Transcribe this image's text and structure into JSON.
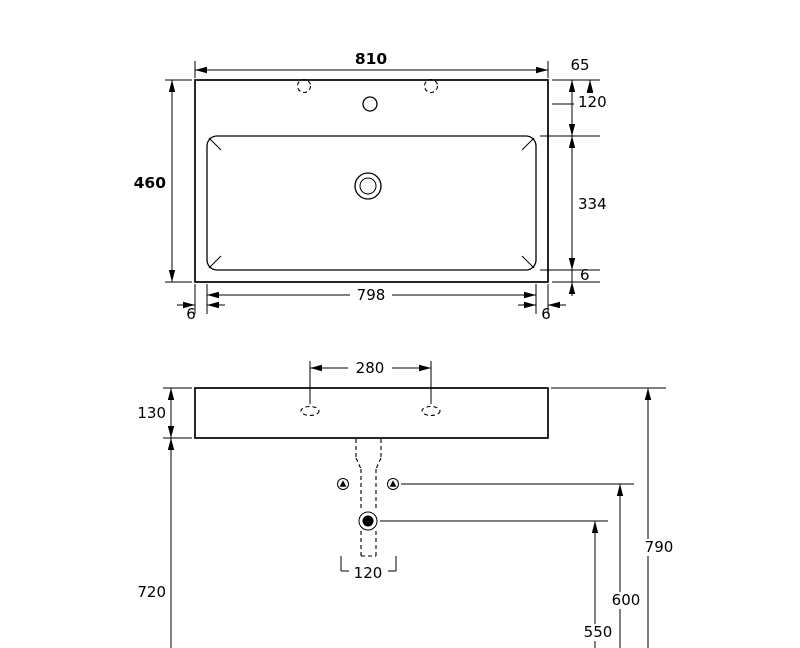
{
  "drawing_title": "washbasin-dimension-drawing",
  "top_view": {
    "overall_width": "810",
    "overall_depth": "460",
    "tap_centre_offset": "65",
    "deck_depth": "120",
    "bowl_depth": "334",
    "rear_wall": "6",
    "inner_width": "798",
    "left_wall": "6",
    "right_wall": "6"
  },
  "front_view": {
    "tap_spacing": "280",
    "body_height": "130",
    "left_height": "720",
    "overall_height": "790",
    "fixing_height": "600",
    "trap_height": "550",
    "drain_width": "120"
  }
}
